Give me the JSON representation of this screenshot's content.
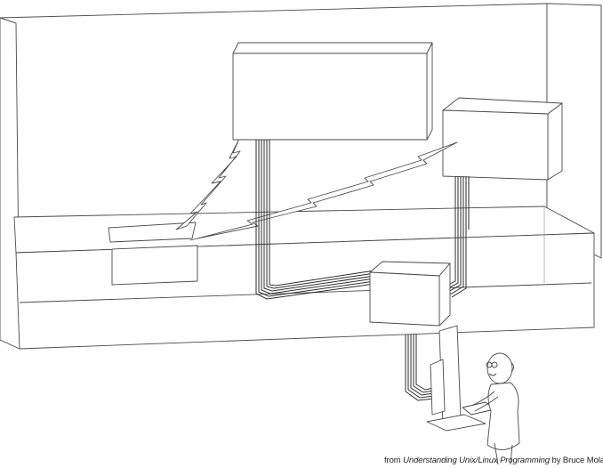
{
  "caption": {
    "prefix": "from ",
    "book_title": "Understanding Unix/Linux Programming",
    "suffix": " by Bruce Molay"
  },
  "colors": {
    "line": "#4a4a4a",
    "cable": "#2e2e2e",
    "background": "#ffffff"
  }
}
